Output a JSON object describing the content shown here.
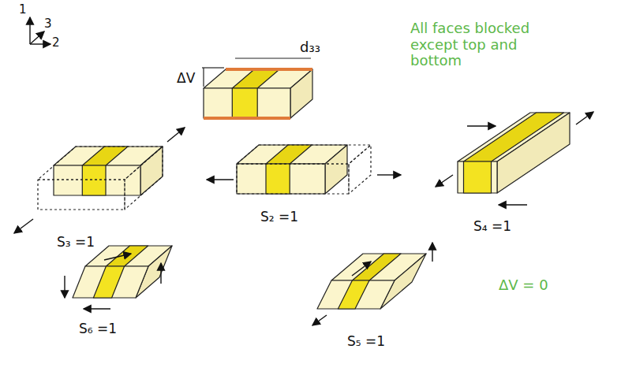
{
  "diagram": {
    "labels": [
      "1",
      "3",
      "2",
      "d₃₃",
      "ΔV",
      "All faces blocked except top and bottom",
      "S₃ =1",
      "S₂ =1",
      "S₄ =1",
      "ΔV = 0",
      "S₆ =1",
      "S₅ =1"
    ]
  }
}
